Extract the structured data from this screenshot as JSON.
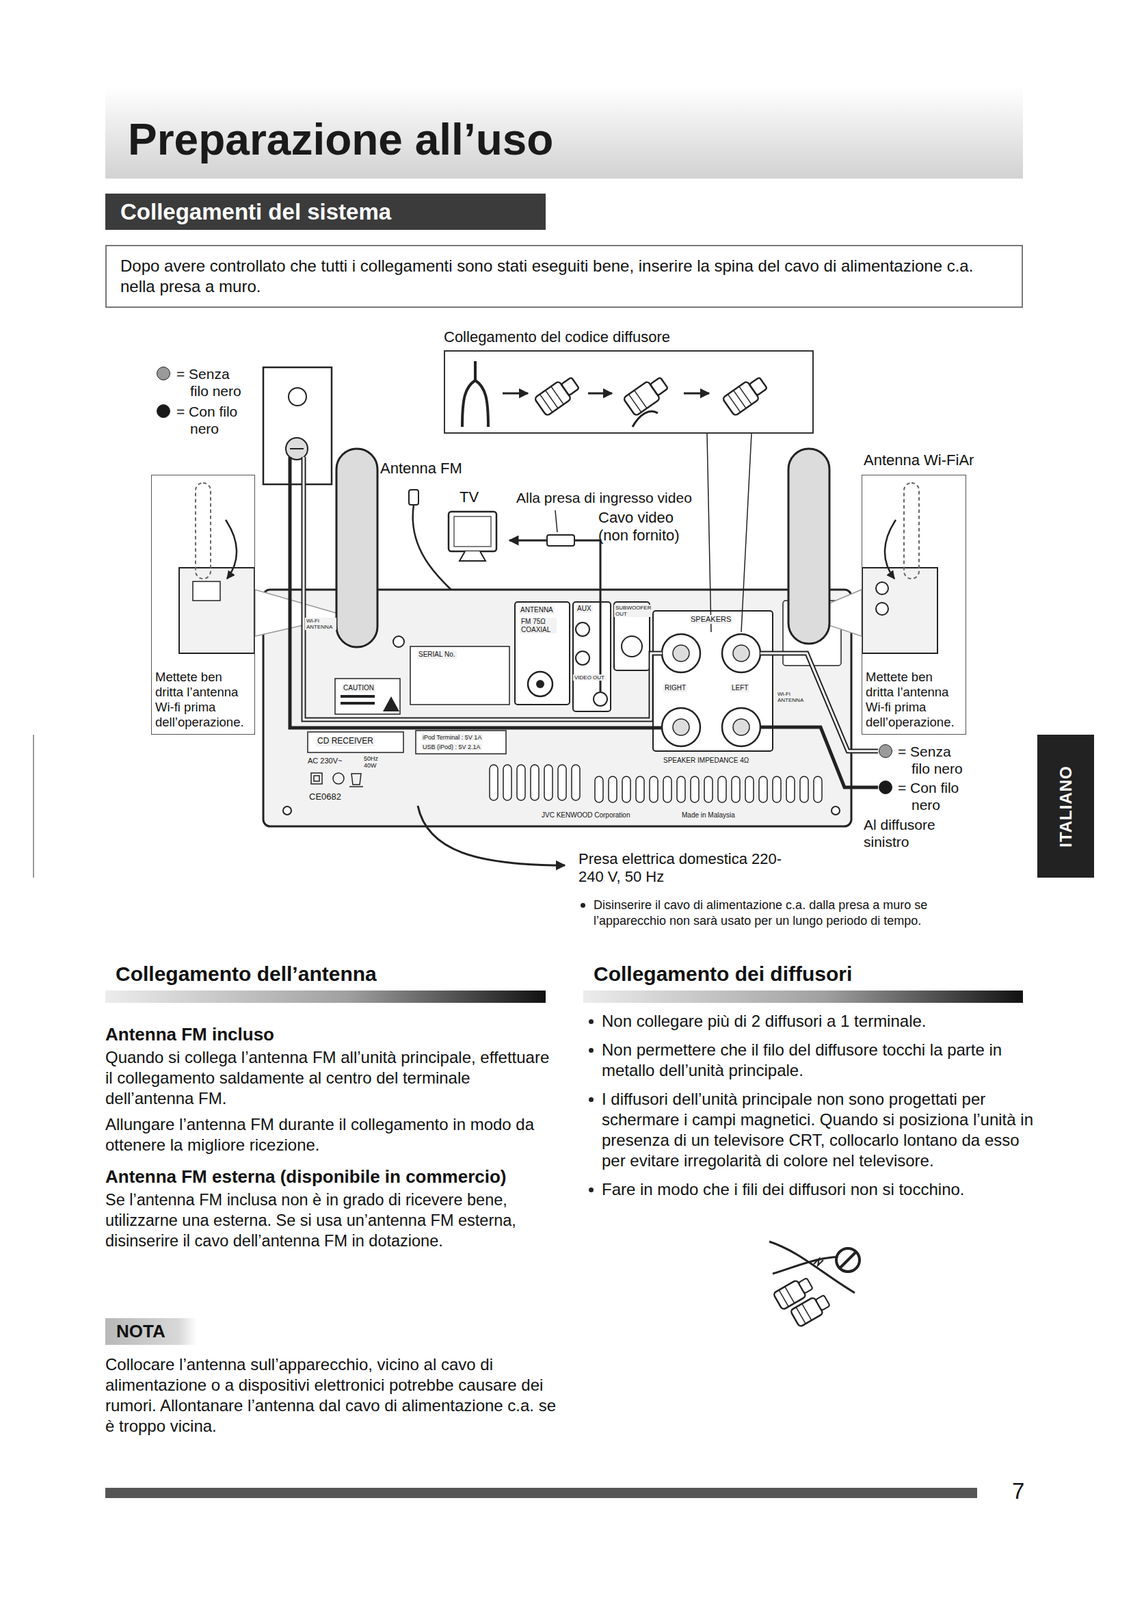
{
  "diagram": {
    "title": "Preparazione all’uso",
    "nodes": [
      {
        "text": [
          "Collegamenti del sistema"
        ]
      },
      {
        "text": [
          "Dopo avere controllato che tutti i collegamenti sono stati eseguiti bene, inserire la spina del cavo di alimentazione c.a. nella presa a muro."
        ]
      },
      {
        "text": [
          "Collegamento del codice diffusore"
        ]
      },
      {
        "text": [
          "Mettete ben dritta l’antenna Wi-fi prima dell’operazione."
        ]
      },
      {
        "text": [
          "Mettete ben dritta l’antenna Wi-fi prima dell’operazione."
        ]
      },
      {
        "text": [
          "ITALIANO"
        ]
      },
      {
        "text": [
          "NOTA"
        ]
      }
    ],
    "labels": [
      "Antenna FM",
      "TV",
      "Alla presa di ingresso video",
      "Cavo video (non fornito)",
      "Antenna Wi-FiAr",
      "ANTENNA",
      "FM 75Ω COAXIAL",
      "AUX",
      "SUBWOOFER OUT",
      "SPEAKERS",
      "RIGHT",
      "LEFT",
      "SPEAKER IMPEDANCE 4Ω",
      "Wi-Fi ANTENNA",
      "Wi-Fi ANTENNA",
      "SERIAL No.",
      "CAUTION",
      "CD RECEIVER",
      "iPod Terminal : 5V 1A",
      "USB (iPod) : 5V 2.1A",
      "AC 230V~",
      "50Hz 40W",
      "CE0682",
      "VIDEO OUT",
      "JVC KENWOOD Corporation",
      "Made in Malaysia",
      "Al diffusore sinistro",
      "Presa elettrica domestica 220-240 V, 50 Hz",
      "Disinserire il cavo di alimentazione c.a. dalla presa a muro se l’apparecchio non sarà usato per un lungo periodo di tempo.",
      "Collegamento dell’antenna",
      "Antenna FM incluso",
      "Quando si collega l’antenna FM all’unità principale, effettuare il collegamento saldamente al centro del terminale dell’antenna FM.",
      "Allungare l’antenna FM durante il collegamento in modo da ottenere la migliore ricezione.",
      "Antenna FM esterna (disponibile in commercio)",
      "Se l’antenna FM inclusa non è in grado di ricevere bene, utilizzarne una esterna. Se si usa un’antenna FM esterna, disinserire il cavo dell’antenna FM in dotazione.",
      "Collocare l’antenna sull’apparecchio, vicino al cavo di alimentazione o a dispositivi elettronici potrebbe causare dei rumori. Allontanare l’antenna dal cavo di alimentazione c.a. se è troppo vicina.",
      "Collegamento dei diffusori",
      "Non collegare più di 2 diffusori a 1 terminale.",
      "Non permettere che il filo del diffusore tocchi la parte in metallo dell’unità principale.",
      "I diffusori dell’unità principale non sono progettati per schermare i campi magnetici. Quando si posiziona l’unità in presenza di un televisore CRT, collocarlo lontano da esso per evitare irregolarità di colore nel televisore.",
      "Fare in modo che i fili dei diffusori non si tocchino.",
      "7"
    ],
    "legend": [
      {
        "text": "= Senza filo nero",
        "color": "#9a9a9a"
      },
      {
        "text": "= Con filo nero",
        "color": "#1a1a1a"
      },
      {
        "text": "= Senza filo nero",
        "color": "#9a9a9a"
      },
      {
        "text": "= Con filo nero",
        "color": "#1a1a1a"
      }
    ]
  }
}
